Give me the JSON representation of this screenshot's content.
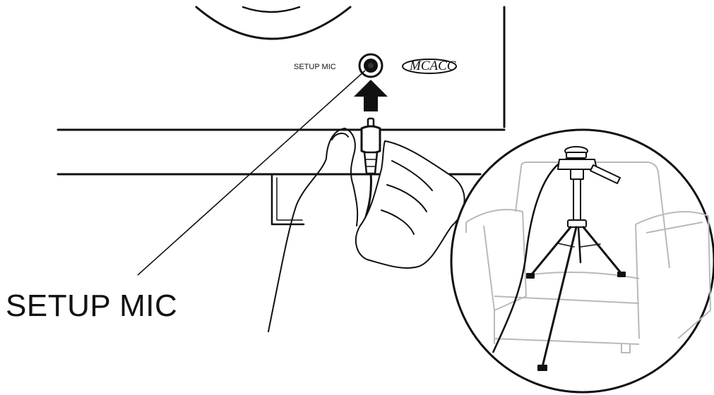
{
  "panel": {
    "jack_label": "SETUP MIC",
    "logo_text": "MCACC"
  },
  "callout": {
    "label": "SETUP MIC"
  },
  "colors": {
    "line": "#111111",
    "chair_line": "#b9b9b9",
    "background": "#ffffff"
  },
  "icons": {
    "insert_arrow": "arrow-up-icon"
  }
}
